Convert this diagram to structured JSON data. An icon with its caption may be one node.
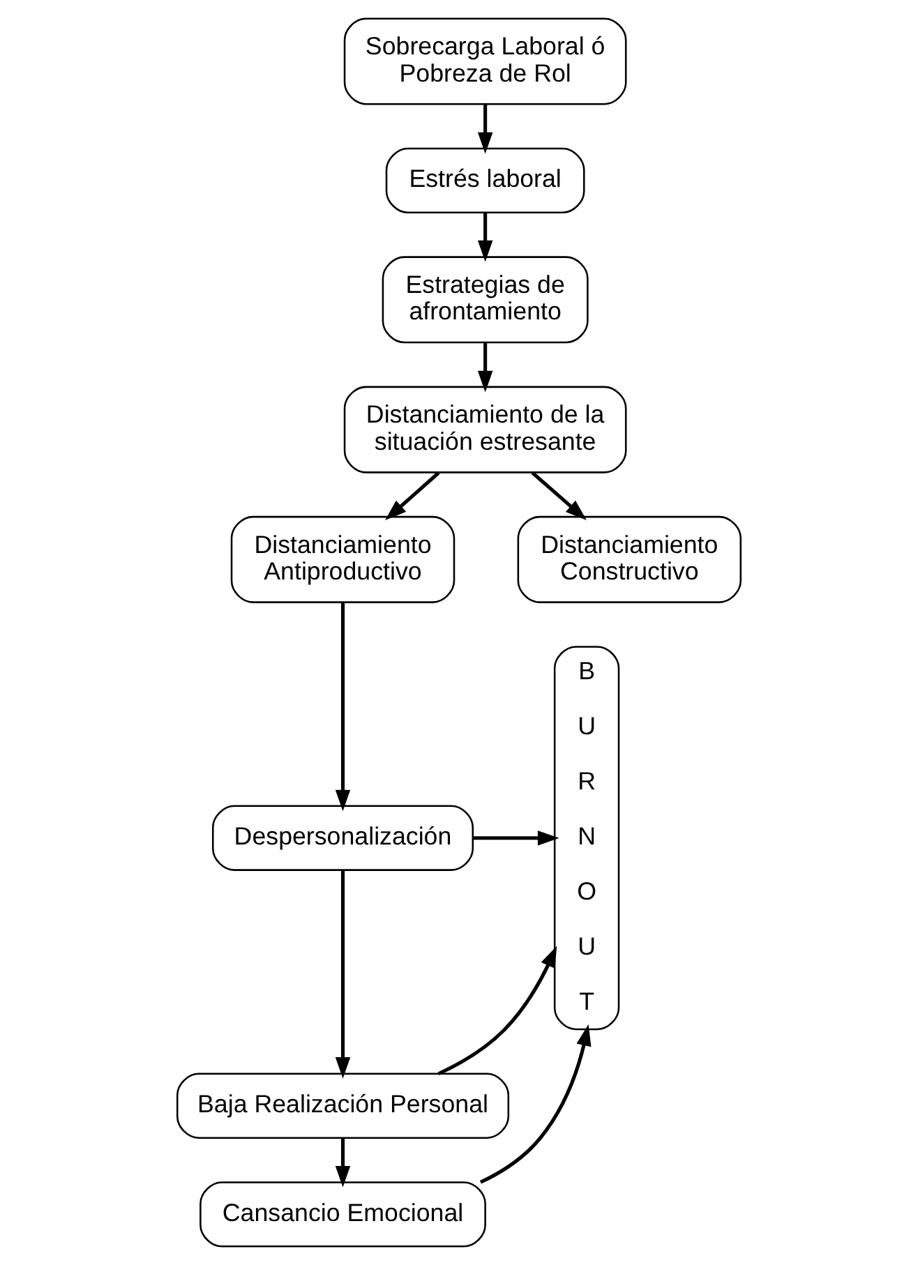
{
  "diagram": {
    "nodes": [
      {
        "text": [
          "Sobrecarga Laboral ó Pobreza de Rol"
        ]
      },
      {
        "text": [
          "Estrés laboral"
        ]
      },
      {
        "text": [
          "Estrategias de afrontamiento"
        ]
      },
      {
        "text": [
          "Distanciamiento de la situación estresante"
        ]
      },
      {
        "text": [
          "Distanciamiento Antiproductivo"
        ]
      },
      {
        "text": [
          "Distanciamiento Constructivo"
        ]
      },
      {
        "text": [
          "B U R N O U T"
        ]
      },
      {
        "text": [
          "Despersonalización"
        ]
      },
      {
        "text": [
          "Baja Realización Personal"
        ]
      },
      {
        "text": [
          "Cansancio Emocional"
        ]
      }
    ],
    "edges": [
      {
        "from": 0,
        "to": 1,
        "arrow": "to"
      },
      {
        "from": 1,
        "to": 2,
        "arrow": "to"
      },
      {
        "from": 2,
        "to": 3,
        "arrow": "to"
      },
      {
        "from": 3,
        "to": 4,
        "arrow": "to"
      },
      {
        "from": 3,
        "to": 5,
        "arrow": "to"
      },
      {
        "from": 4,
        "to": 7,
        "arrow": "to"
      },
      {
        "from": 7,
        "to": 6,
        "arrow": "to"
      },
      {
        "from": 7,
        "to": 8,
        "arrow": "to"
      },
      {
        "from": 8,
        "to": 6,
        "arrow": "to"
      },
      {
        "from": 8,
        "to": 9,
        "arrow": "to"
      },
      {
        "from": 9,
        "to": 6,
        "arrow": "to"
      }
    ]
  }
}
